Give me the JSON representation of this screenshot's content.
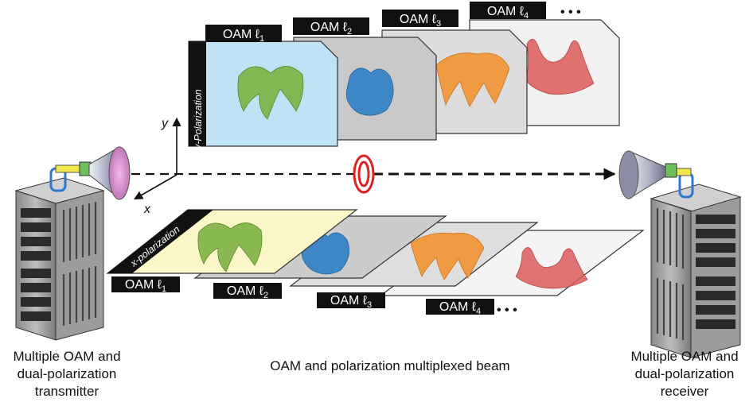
{
  "frames_y": [
    {
      "tab": "OAM ℓ",
      "sub": "1",
      "bg": "#bfe3f5",
      "shape": "green"
    },
    {
      "tab": "OAM ℓ",
      "sub": "2",
      "bg": "#c9c9c9",
      "shape": "blue"
    },
    {
      "tab": "OAM ℓ",
      "sub": "3",
      "bg": "#dcdcdc",
      "shape": "orange"
    },
    {
      "tab": "OAM ℓ",
      "sub": "4",
      "bg": "#f1f1f1",
      "shape": "red"
    }
  ],
  "frames_x": [
    {
      "tab": "OAM ℓ",
      "sub": "1",
      "bg": "#faf6c8",
      "shape": "green"
    },
    {
      "tab": "OAM ℓ",
      "sub": "2",
      "bg": "#cccccc",
      "shape": "blue"
    },
    {
      "tab": "OAM ℓ",
      "sub": "3",
      "bg": "#dedede",
      "shape": "orange"
    },
    {
      "tab": "OAM ℓ",
      "sub": "4",
      "bg": "#f4f4f4",
      "shape": "red"
    }
  ],
  "labels": {
    "y_polarization": "y-Polarization",
    "x_polarization": "x-polarization",
    "axis_y": "y",
    "axis_x": "x",
    "ellipsis": "• • •",
    "transmitter": [
      "Multiple OAM and",
      "dual-polarization",
      "transmitter"
    ],
    "receiver": [
      "Multiple OAM and",
      "dual-polarization",
      "receiver"
    ],
    "beam": "OAM and polarization multiplexed beam"
  },
  "colors": {
    "green": "#7cb342",
    "blue": "#2e7fc6",
    "orange": "#f39233",
    "red": "#dc5a5a",
    "beam_ring": "#e02020"
  }
}
